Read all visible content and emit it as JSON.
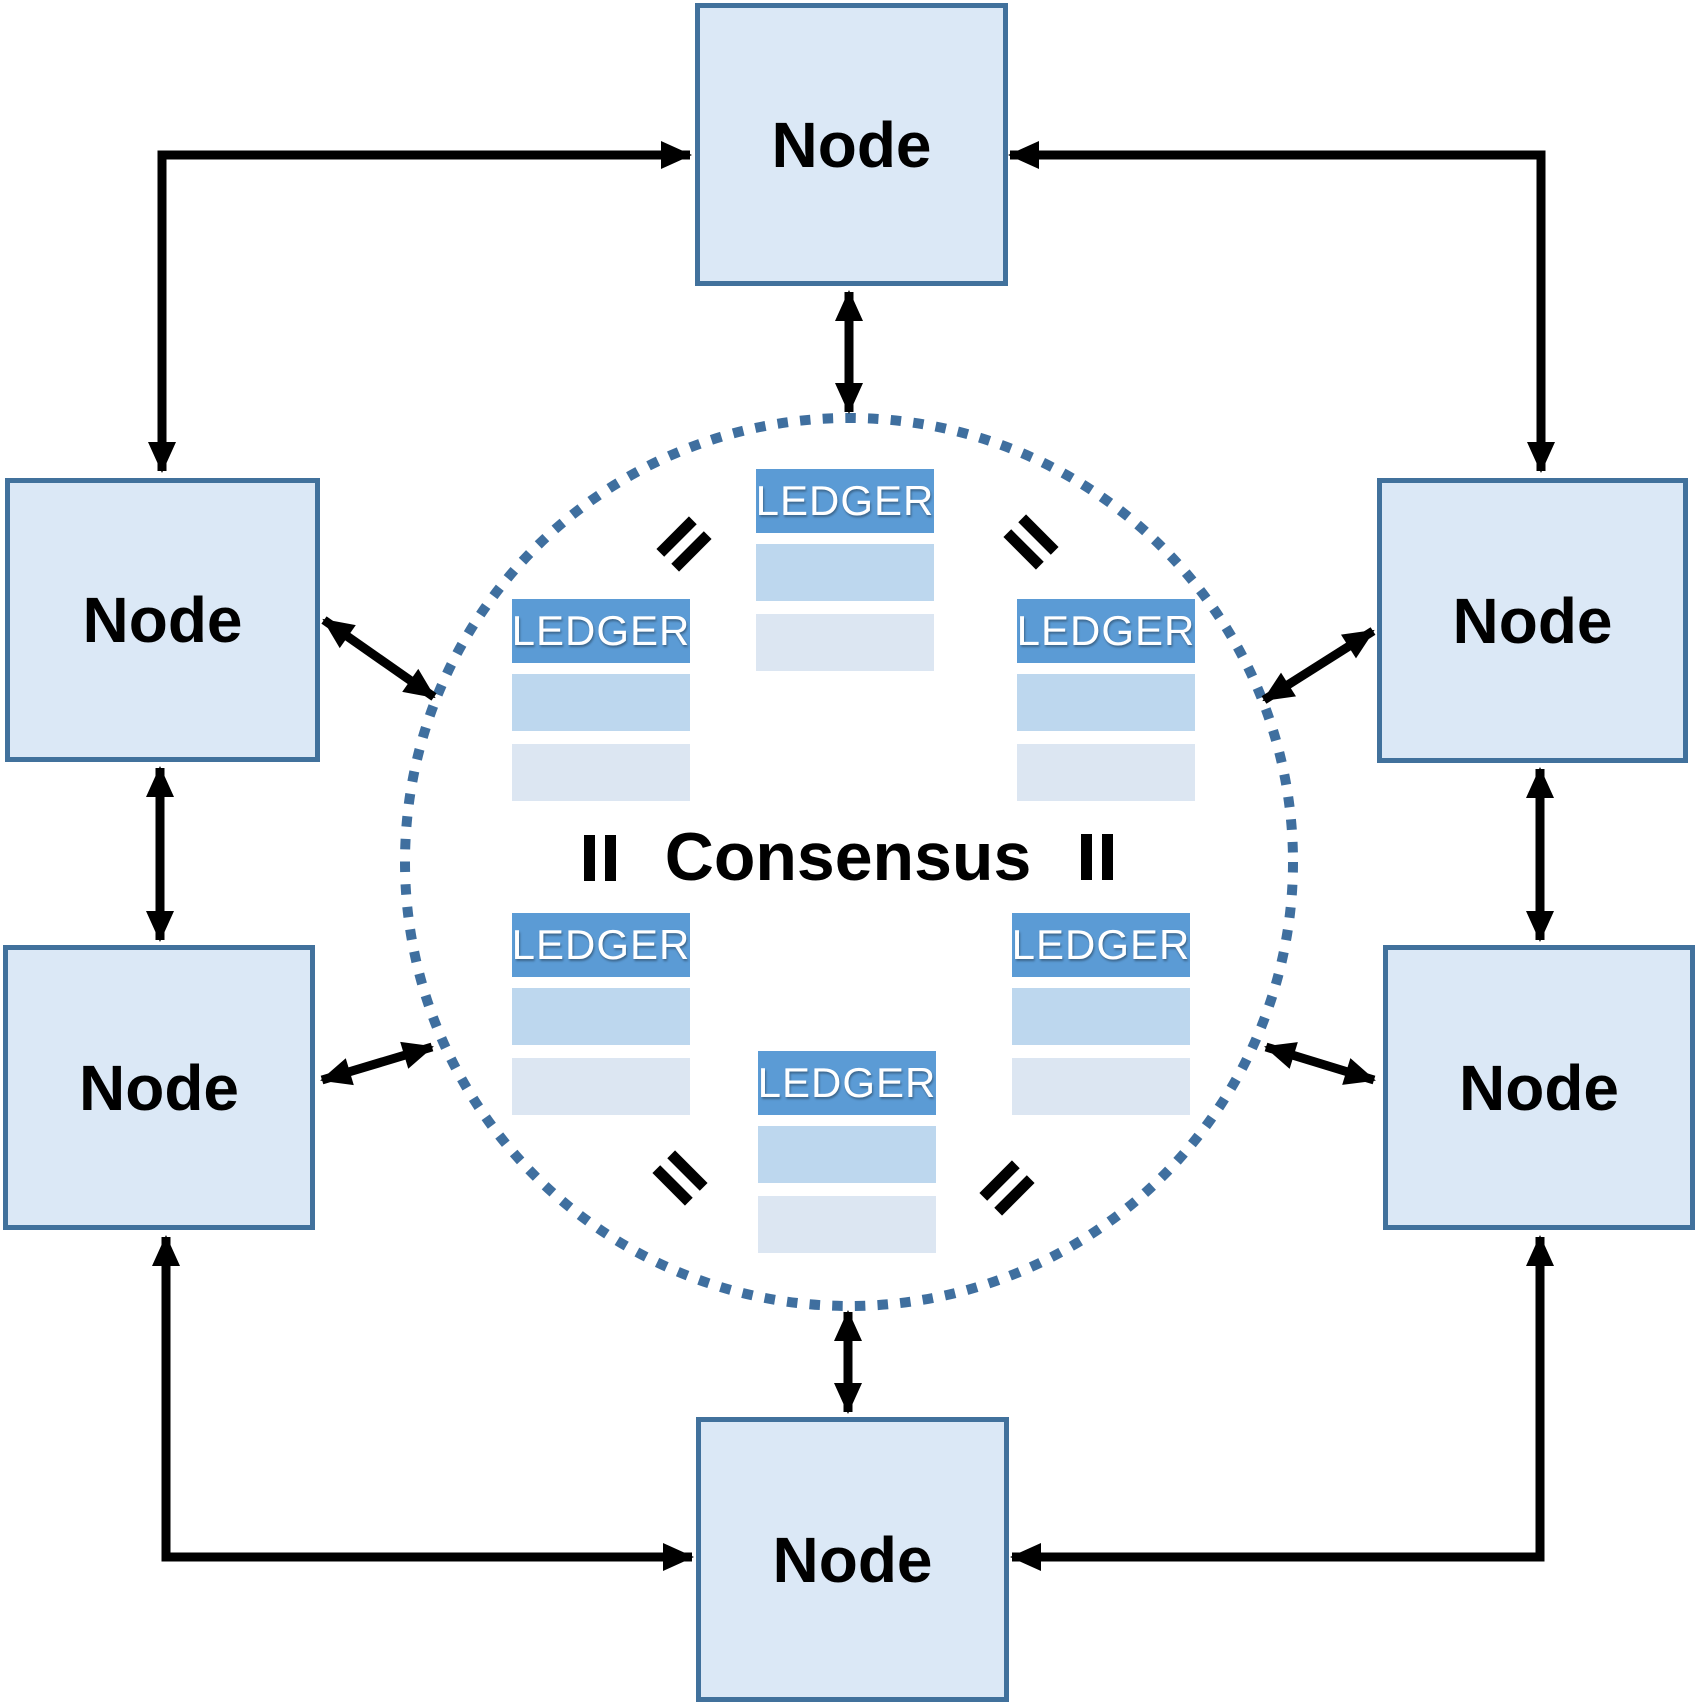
{
  "diagram": {
    "consensus_label": "Consensus",
    "nodes": [
      {
        "id": "top",
        "label": "Node"
      },
      {
        "id": "left-upper",
        "label": "Node"
      },
      {
        "id": "right-upper",
        "label": "Node"
      },
      {
        "id": "left-lower",
        "label": "Node"
      },
      {
        "id": "right-lower",
        "label": "Node"
      },
      {
        "id": "bottom",
        "label": "Node"
      }
    ],
    "ledgers": [
      {
        "id": "top-center",
        "label": "LEDGER"
      },
      {
        "id": "upper-left",
        "label": "LEDGER"
      },
      {
        "id": "upper-right",
        "label": "LEDGER"
      },
      {
        "id": "lower-left",
        "label": "LEDGER"
      },
      {
        "id": "lower-right",
        "label": "LEDGER"
      },
      {
        "id": "bottom-center",
        "label": "LEDGER"
      }
    ],
    "colors": {
      "node_fill": "#dbe8f6",
      "node_border": "#41719c",
      "ledger_header": "#5b9bd5",
      "ledger_row_medium": "#bdd7ee",
      "ledger_row_light": "#dce6f2",
      "ledger_text": "#ffffff",
      "circle_dots": "#3f6f9f",
      "arrow": "#000000",
      "label_text": "#000000",
      "background": "#ffffff"
    }
  }
}
